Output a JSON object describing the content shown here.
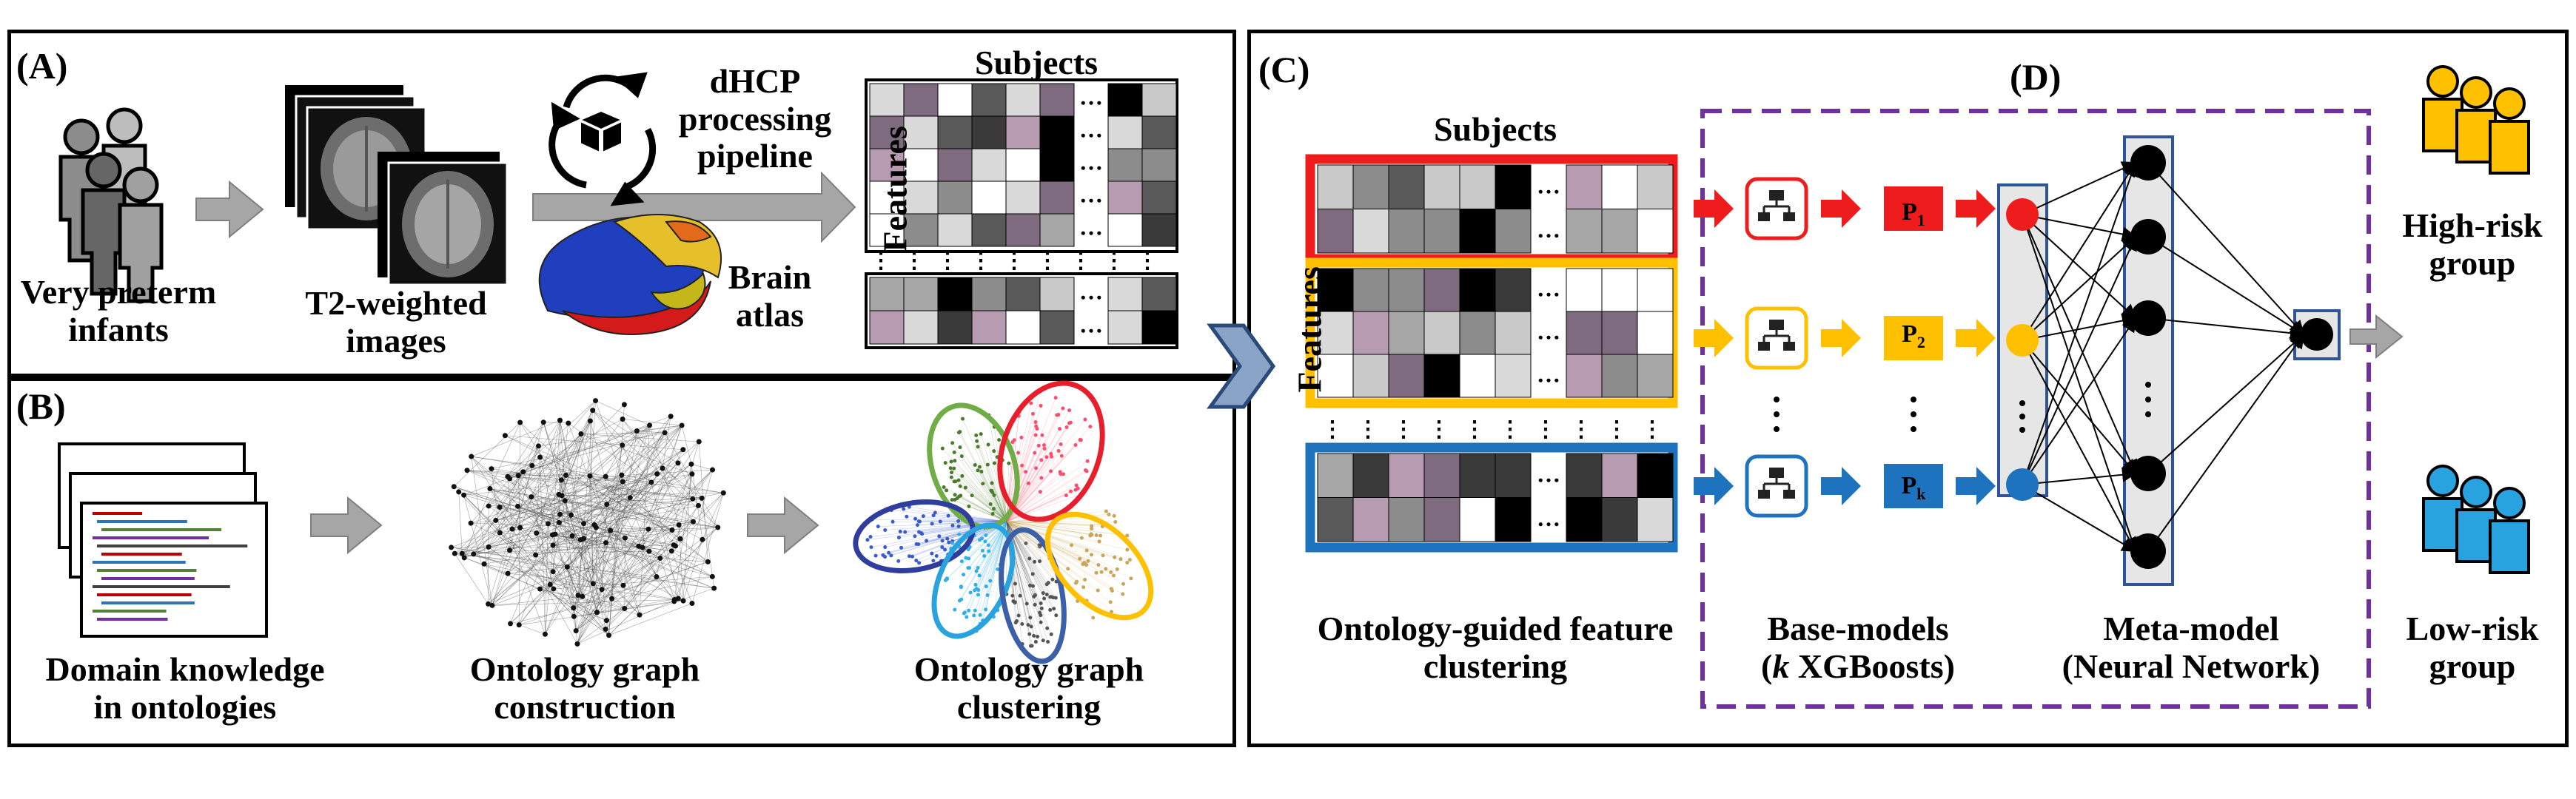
{
  "panels": {
    "a": "(A)",
    "b": "(B)",
    "c": "(C)",
    "d": "(D)"
  },
  "panel_a": {
    "infants_line1": "Very preterm",
    "infants_line2": "infants",
    "t2_line1": "T2-weighted",
    "t2_line2": "images",
    "dhcp_line1": "dHCP",
    "dhcp_line2": "processing",
    "dhcp_line3": "pipeline",
    "atlas_line1": "Brain",
    "atlas_line2": "atlas",
    "subjects": "Subjects",
    "features": "Features"
  },
  "panel_b": {
    "domain_line1": "Domain knowledge",
    "domain_line2": "in ontologies",
    "construct_line1": "Ontology graph",
    "construct_line2": "construction",
    "cluster_line1": "Ontology graph",
    "cluster_line2": "clustering"
  },
  "panel_c": {
    "subjects": "Subjects",
    "features": "Features",
    "caption_line1": "Ontology-guided feature",
    "caption_line2": "clustering"
  },
  "panel_d": {
    "p1": "P",
    "p1_sub": "1",
    "p2": "P",
    "p2_sub": "2",
    "pk": "P",
    "pk_sub": "k",
    "base_line1": "Base-models",
    "base_line2_a": "(",
    "base_line2_k": "k",
    "base_line2_b": " XGBoosts)",
    "meta_line1": "Meta-model",
    "meta_line2": "(Neural Network)"
  },
  "outputs": {
    "high_line1": "High-risk",
    "high_line2": "group",
    "low_line1": "Low-risk",
    "low_line2": "group"
  },
  "colors": {
    "red": "#ee1c1c",
    "yellow": "#ffc000",
    "blue": "#1e73be",
    "purple": "#7030a0",
    "gray_arrow": "#a6a6a6"
  }
}
